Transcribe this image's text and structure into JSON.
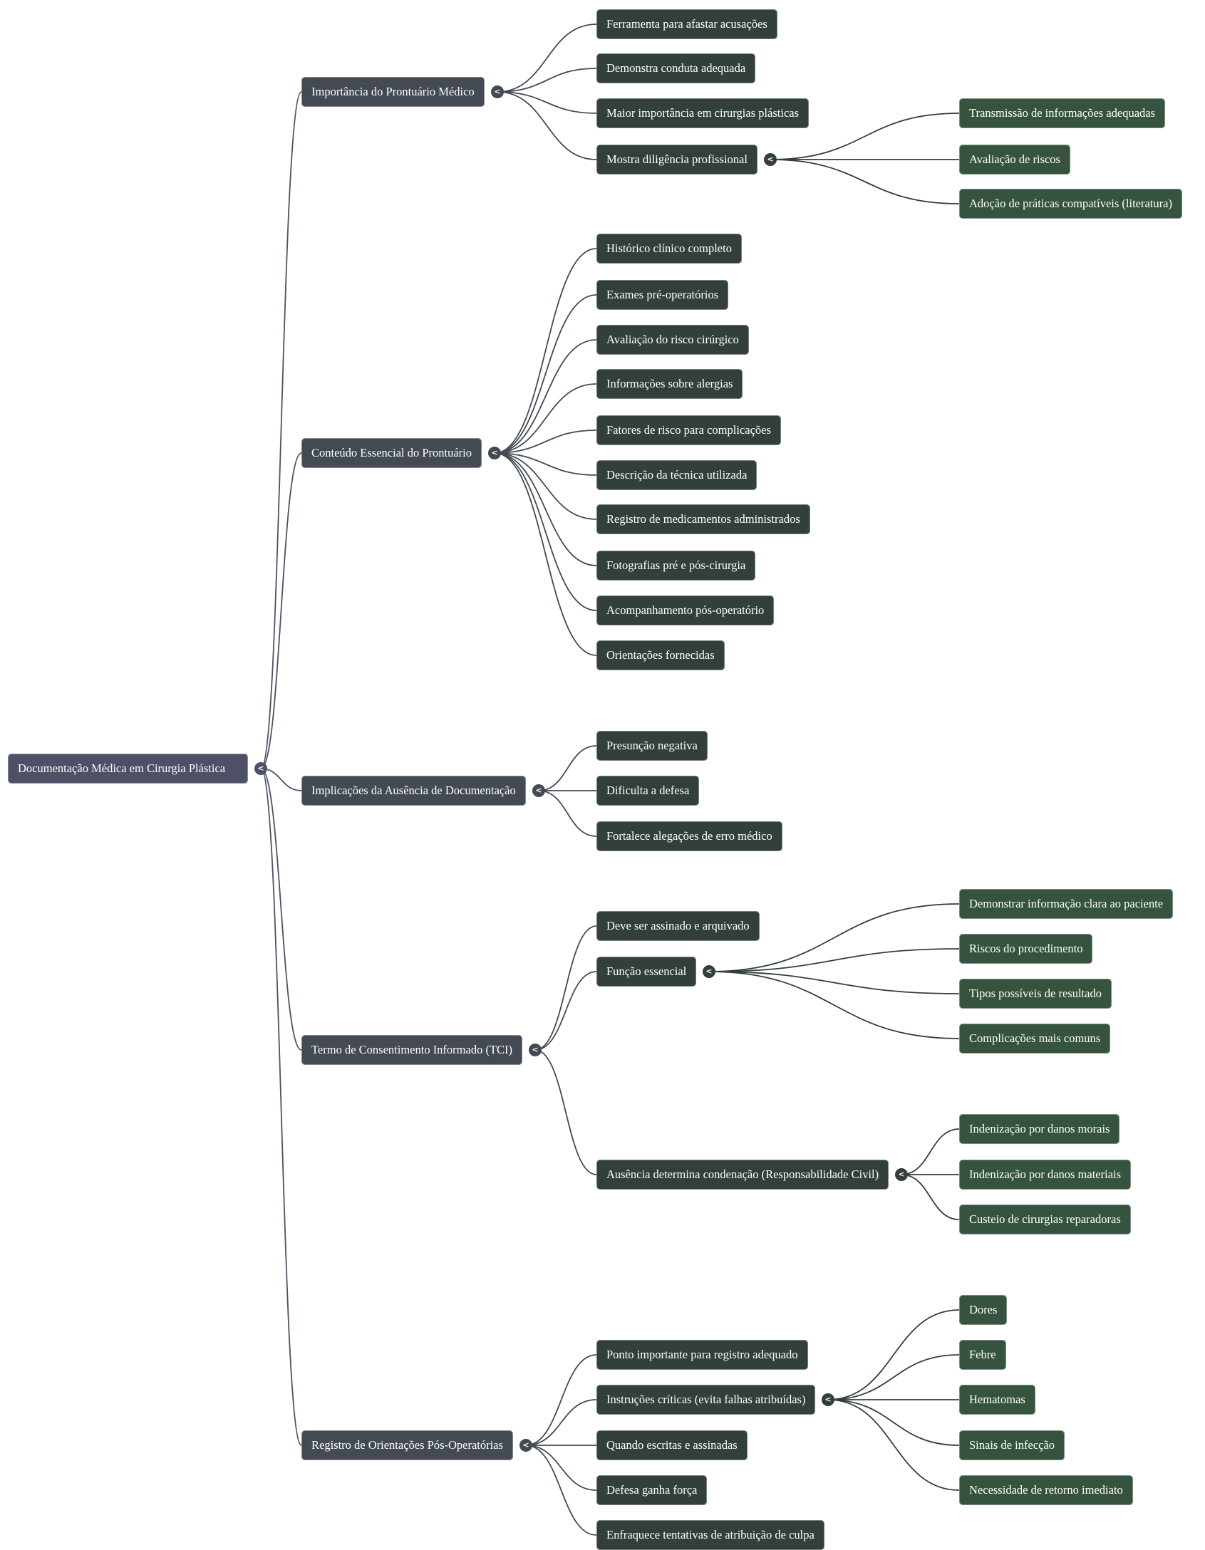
{
  "colors": {
    "root": "#4e5166",
    "level1": "#434a54",
    "level2": "#323f3b",
    "level3": "#36533f",
    "edge_root": "#4e5166",
    "edge_level1": "#434a54",
    "edge_level2": "#323f3b",
    "text": "#ffffff"
  },
  "toggle_icon": "chevron-left-icon",
  "toggle_glyph": "<",
  "root": {
    "label": "Documentação Médica em Cirurgia Plástica",
    "children": [
      {
        "label": "Importância do Prontuário Médico",
        "children": [
          {
            "label": "Ferramenta para afastar acusações"
          },
          {
            "label": "Demonstra conduta adequada"
          },
          {
            "label": "Maior importância em cirurgias plásticas"
          },
          {
            "label": "Mostra diligência profissional",
            "children": [
              {
                "label": "Transmissão de informações adequadas"
              },
              {
                "label": "Avaliação de riscos"
              },
              {
                "label": "Adoção de práticas compatíveis (literatura)"
              }
            ]
          }
        ]
      },
      {
        "label": "Conteúdo Essencial do Prontuário",
        "children": [
          {
            "label": "Histórico clínico completo"
          },
          {
            "label": "Exames pré-operatórios"
          },
          {
            "label": "Avaliação do risco cirúrgico"
          },
          {
            "label": "Informações sobre alergias"
          },
          {
            "label": "Fatores de risco para complicações"
          },
          {
            "label": "Descrição da técnica utilizada"
          },
          {
            "label": "Registro de medicamentos administrados"
          },
          {
            "label": "Fotografias pré e pós-cirurgia"
          },
          {
            "label": "Acompanhamento pós-operatório"
          },
          {
            "label": "Orientações fornecidas"
          }
        ]
      },
      {
        "label": "Implicações da Ausência de Documentação",
        "children": [
          {
            "label": "Presunção negativa"
          },
          {
            "label": "Dificulta a defesa"
          },
          {
            "label": "Fortalece alegações de erro médico"
          }
        ]
      },
      {
        "label": "Termo de Consentimento Informado (TCI)",
        "children": [
          {
            "label": "Deve ser assinado e arquivado"
          },
          {
            "label": "Função essencial",
            "children": [
              {
                "label": "Demonstrar informação clara ao paciente"
              },
              {
                "label": "Riscos do procedimento"
              },
              {
                "label": "Tipos possíveis de resultado"
              },
              {
                "label": "Complicações mais comuns"
              }
            ]
          },
          {
            "label": "Ausência determina condenação (Responsabilidade Civil)",
            "children": [
              {
                "label": "Indenização por danos morais"
              },
              {
                "label": "Indenização por danos materiais"
              },
              {
                "label": "Custeio de cirurgias reparadoras"
              }
            ]
          }
        ]
      },
      {
        "label": "Registro de Orientações Pós-Operatórias",
        "children": [
          {
            "label": "Ponto importante para registro adequado"
          },
          {
            "label": "Instruções críticas (evita falhas atribuídas)",
            "children": [
              {
                "label": "Dores"
              },
              {
                "label": "Febre"
              },
              {
                "label": "Hematomas"
              },
              {
                "label": "Sinais de infecção"
              },
              {
                "label": "Necessidade de retorno imediato"
              }
            ]
          },
          {
            "label": "Quando escritas e assinadas"
          },
          {
            "label": "Defesa ganha força"
          },
          {
            "label": "Enfraquece tentativas de atribuição de culpa"
          }
        ]
      }
    ]
  }
}
